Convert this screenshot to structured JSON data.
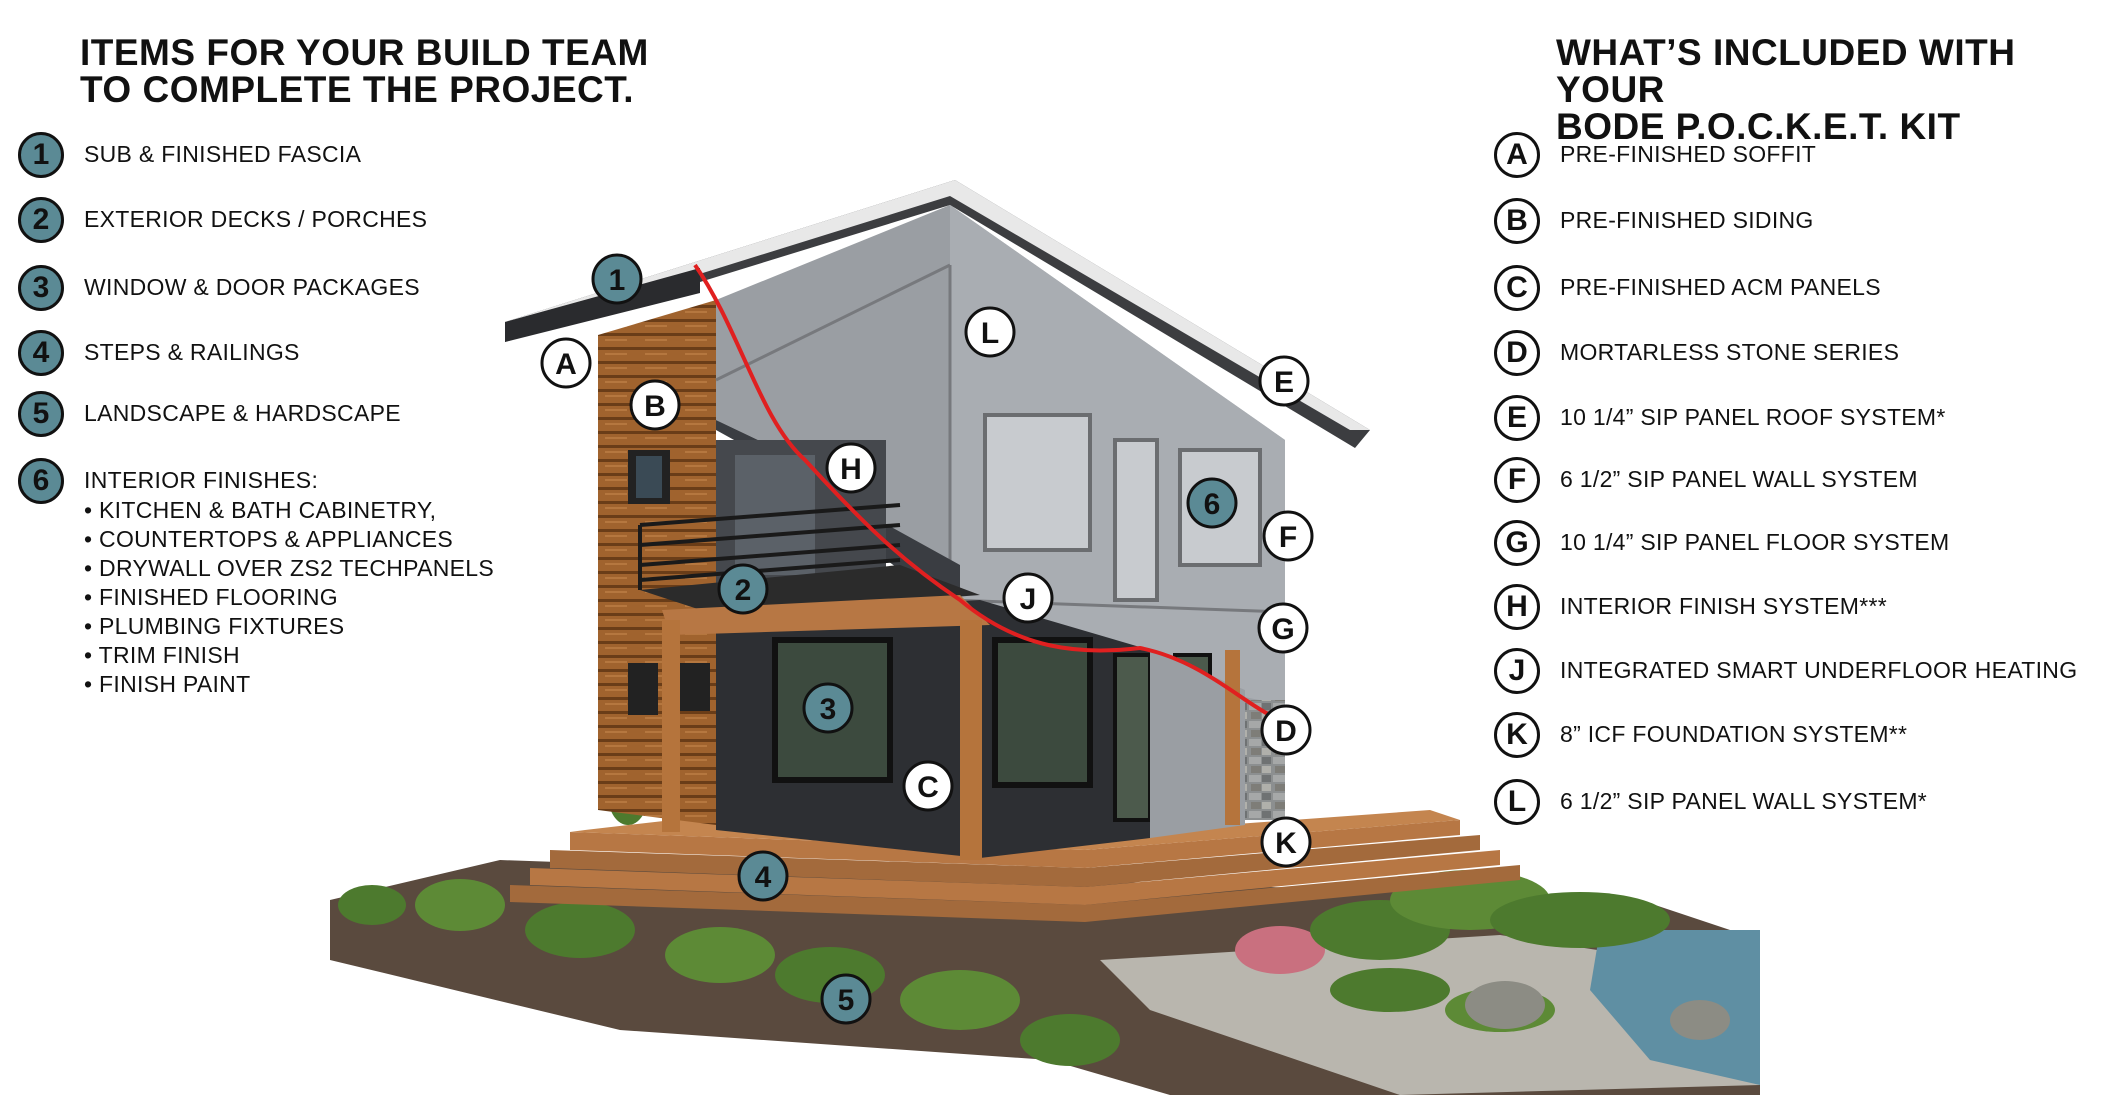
{
  "left_panel": {
    "heading_line1": "ITEMS FOR YOUR BUILD TEAM",
    "heading_line2": "TO COMPLETE THE PROJECT.",
    "items": [
      {
        "badge": "1",
        "label": "SUB & FINISHED FASCIA"
      },
      {
        "badge": "2",
        "label": "EXTERIOR DECKS / PORCHES"
      },
      {
        "badge": "3",
        "label": "WINDOW & DOOR PACKAGES"
      },
      {
        "badge": "4",
        "label": "STEPS & RAILINGS"
      },
      {
        "badge": "5",
        "label": "LANDSCAPE & HARDSCAPE"
      },
      {
        "badge": "6",
        "label": "INTERIOR FINISHES:",
        "sub_items": [
          "• KITCHEN & BATH CABINETRY,",
          "• COUNTERTOPS & APPLIANCES",
          "• DRYWALL OVER ZS2 TECHPANELS",
          "• FINISHED FLOORING",
          "• PLUMBING FIXTURES",
          "• TRIM FINISH",
          "• FINISH PAINT"
        ]
      }
    ]
  },
  "right_panel": {
    "heading_line1": "WHAT’S INCLUDED WITH YOUR",
    "heading_line2": "BODE P.O.C.K.E.T. KIT",
    "items": [
      {
        "badge": "A",
        "label": "PRE-FINISHED SOFFIT"
      },
      {
        "badge": "B",
        "label": "PRE-FINISHED SIDING"
      },
      {
        "badge": "C",
        "label": "PRE-FINISHED ACM PANELS"
      },
      {
        "badge": "D",
        "label": "MORTARLESS STONE SERIES"
      },
      {
        "badge": "E",
        "label": "10 1/4” SIP PANEL ROOF SYSTEM*"
      },
      {
        "badge": "F",
        "label": "6 1/2” SIP PANEL WALL SYSTEM"
      },
      {
        "badge": "G",
        "label": "10 1/4” SIP PANEL FLOOR SYSTEM"
      },
      {
        "badge": "H",
        "label": "INTERIOR FINISH SYSTEM***"
      },
      {
        "badge": "J",
        "label": "INTEGRATED SMART UNDERFLOOR HEATING"
      },
      {
        "badge": "K",
        "label": "8” ICF  FOUNDATION SYSTEM**"
      },
      {
        "badge": "L",
        "label": "6 1/2” SIP PANEL WALL SYSTEM*"
      }
    ]
  },
  "diagram_markers": [
    {
      "label": "1",
      "style": "teal"
    },
    {
      "label": "2",
      "style": "teal"
    },
    {
      "label": "3",
      "style": "teal"
    },
    {
      "label": "4",
      "style": "teal"
    },
    {
      "label": "5",
      "style": "teal"
    },
    {
      "label": "6",
      "style": "teal"
    },
    {
      "label": "A",
      "style": "white"
    },
    {
      "label": "B",
      "style": "white"
    },
    {
      "label": "C",
      "style": "white"
    },
    {
      "label": "D",
      "style": "white"
    },
    {
      "label": "E",
      "style": "white"
    },
    {
      "label": "F",
      "style": "white"
    },
    {
      "label": "G",
      "style": "white"
    },
    {
      "label": "H",
      "style": "white"
    },
    {
      "label": "J",
      "style": "white"
    },
    {
      "label": "K",
      "style": "white"
    },
    {
      "label": "L",
      "style": "white"
    }
  ],
  "colors": {
    "teal_badge": "#5b8a95",
    "white_badge": "#ffffff",
    "outline": "#111111",
    "divider_line": "#e02020",
    "siding_wood": "#a0632e",
    "sip_panel_gray": "#9a9ea3",
    "acm_dark": "#2d2f33",
    "deck_wood": "#b77744",
    "gravel": "#5a4a3e",
    "plants": "#4d7a2e",
    "water": "#5f8fa3"
  }
}
